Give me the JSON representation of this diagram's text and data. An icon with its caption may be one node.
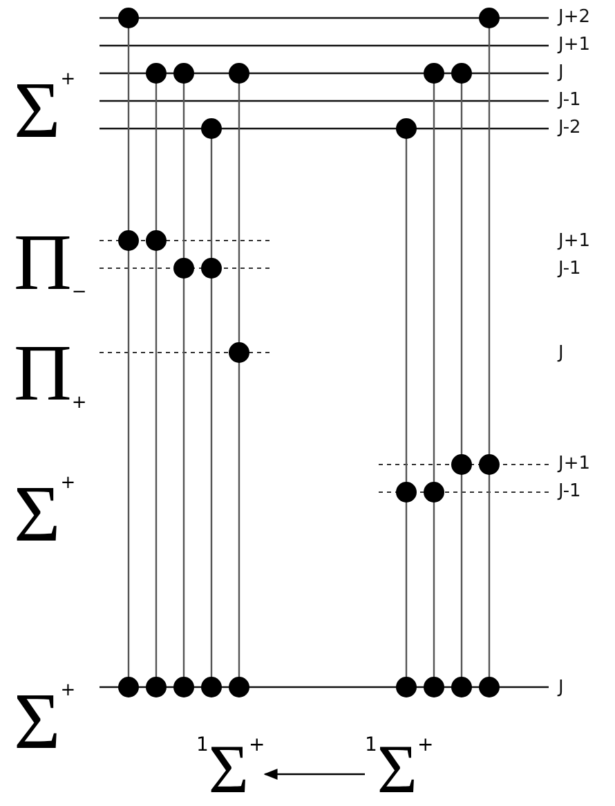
{
  "diagram": {
    "nodes": [
      {
        "text": [
          "$^{1}$Σ$^{+}$"
        ]
      },
      {
        "text": [
          "$^{1}$Σ$^{+}$"
        ]
      }
    ],
    "edges": [
      {
        "from": 1,
        "to": 0,
        "arrow": "to"
      }
    ],
    "labels": [
      "Σ$^{+}$",
      "J+2",
      "J+1",
      "J",
      "J-1",
      "J-2",
      "Π$_{−}$",
      "J+1",
      "J-1",
      "Π$_{+}$",
      "J",
      "Σ$^{+}$",
      "J+1",
      "J-1",
      "Σ$^{+}$",
      "J"
    ]
  }
}
